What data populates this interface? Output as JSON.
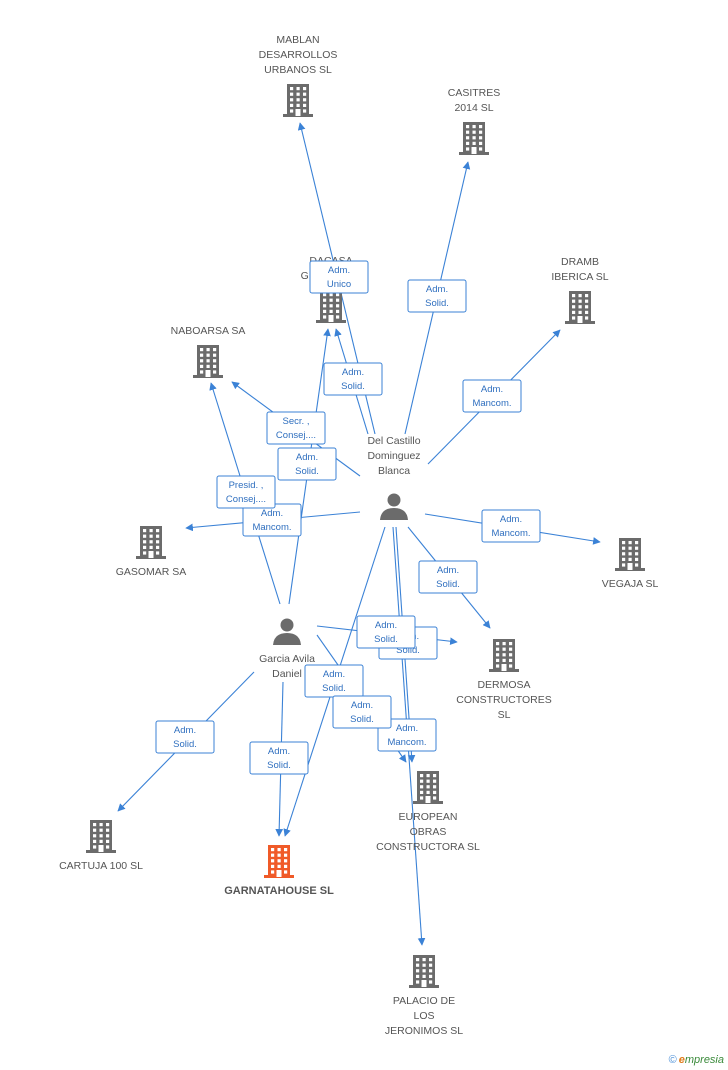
{
  "companies": [
    {
      "id": "mablan",
      "name": [
        "MABLAN",
        "DESARROLLOS",
        "URBANOS  SL"
      ]
    },
    {
      "id": "casitres",
      "name": [
        "CASITRES",
        "2014 SL"
      ]
    },
    {
      "id": "dacasa",
      "name": [
        "DACASA",
        "GRANADA..."
      ]
    },
    {
      "id": "dramb",
      "name": [
        "DRAMB",
        "IBERICA SL"
      ]
    },
    {
      "id": "naboarsa",
      "name": [
        "NABOARSA SA"
      ]
    },
    {
      "id": "gasomar",
      "name": [
        "GASOMAR SA"
      ]
    },
    {
      "id": "vegaja",
      "name": [
        "VEGAJA SL"
      ]
    },
    {
      "id": "dermosa",
      "name": [
        "DERMOSA",
        "CONSTRUCTORES",
        "SL"
      ]
    },
    {
      "id": "european",
      "name": [
        "EUROPEAN",
        "OBRAS",
        "CONSTRUCTORA SL"
      ]
    },
    {
      "id": "cartuja",
      "name": [
        "CARTUJA 100 SL"
      ]
    },
    {
      "id": "garnatahouse",
      "name": [
        "GARNATAHOUSE SL"
      ],
      "highlight": true
    },
    {
      "id": "palacio",
      "name": [
        "PALACIO DE",
        "LOS",
        "JERONIMOS SL"
      ]
    }
  ],
  "people": [
    {
      "id": "delcastillo",
      "name": [
        "Del Castillo",
        "Dominguez",
        "Blanca"
      ]
    },
    {
      "id": "garcia",
      "name": [
        "Garcia Avila",
        "Daniel"
      ]
    }
  ],
  "edges": [
    {
      "from": "delcastillo",
      "to": "mablan",
      "label": [
        "Adm.",
        "Unico"
      ]
    },
    {
      "from": "delcastillo",
      "to": "casitres",
      "label": [
        "Adm.",
        "Solid."
      ]
    },
    {
      "from": "delcastillo",
      "to": "dacasa",
      "label": [
        "Adm.",
        "Solid."
      ]
    },
    {
      "from": "delcastillo",
      "to": "dramb",
      "label": [
        "Adm.",
        "Mancom."
      ]
    },
    {
      "from": "delcastillo",
      "to": "naboarsa",
      "label": [
        "Secr. ,",
        "Consej...."
      ]
    },
    {
      "from": "delcastillo",
      "to": "gasomar",
      "label": [
        "Adm.",
        "Mancom."
      ]
    },
    {
      "from": "delcastillo",
      "to": "vegaja",
      "label": [
        "Adm.",
        "Mancom."
      ]
    },
    {
      "from": "delcastillo",
      "to": "dermosa",
      "label": [
        "Adm.",
        "Solid."
      ]
    },
    {
      "from": "delcastillo",
      "to": "european",
      "label": [
        "Adm.",
        "Mancom."
      ]
    },
    {
      "from": "delcastillo",
      "to": "palacio",
      "label": [
        "Adm.",
        "Solid."
      ]
    },
    {
      "from": "delcastillo",
      "to": "garnatahouse",
      "label": [
        "Adm.",
        "Solid."
      ]
    },
    {
      "from": "garcia",
      "to": "dacasa",
      "label": [
        "Adm.",
        "Solid."
      ]
    },
    {
      "from": "garcia",
      "to": "naboarsa",
      "label": [
        "Presid. ,",
        "Consej...."
      ]
    },
    {
      "from": "garcia",
      "to": "cartuja",
      "label": [
        "Adm.",
        "Solid."
      ]
    },
    {
      "from": "garcia",
      "to": "garnatahouse",
      "label": [
        "Adm.",
        "Solid."
      ]
    },
    {
      "from": "garcia",
      "to": "dermosa",
      "label": [
        "Adm.",
        "Solid."
      ]
    },
    {
      "from": "garcia",
      "to": "european",
      "label": [
        "Adm.",
        "Solid."
      ]
    }
  ],
  "colors": {
    "edge": "#3b82d6",
    "company": "#6b6b6b",
    "highlight": "#f05a28",
    "person": "#6b6b6b"
  },
  "brand": {
    "symbol": "©",
    "initial": "e",
    "text": "mpresia"
  }
}
